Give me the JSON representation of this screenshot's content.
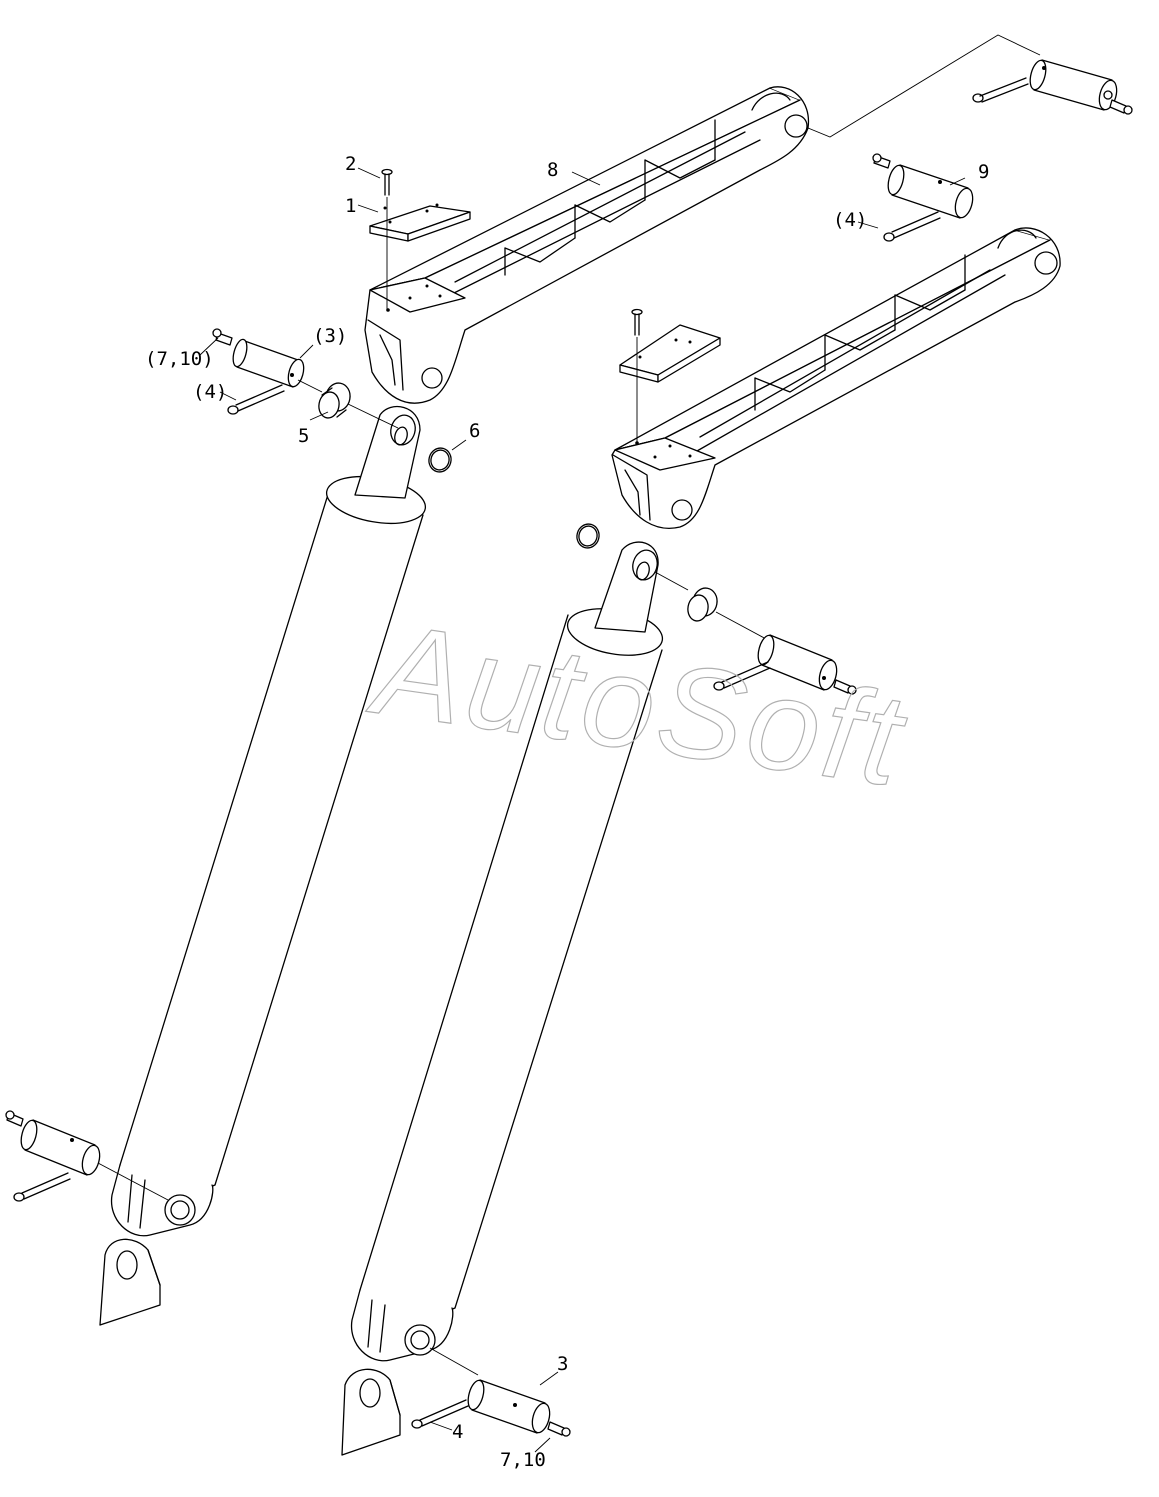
{
  "watermark": "AutoSoft",
  "callouts": {
    "c1": "1",
    "c2": "2",
    "c3": "3",
    "c3p": "(3)",
    "c4": "4",
    "c4p_left": "(4)",
    "c4p_right": "(4)",
    "c5": "5",
    "c6": "6",
    "c710": "7,10",
    "c710p": "(7,10)",
    "c8": "8",
    "c9": "9"
  },
  "colors": {
    "line": "#000000",
    "watermark": "#b0b0b0",
    "background": "#ffffff"
  }
}
